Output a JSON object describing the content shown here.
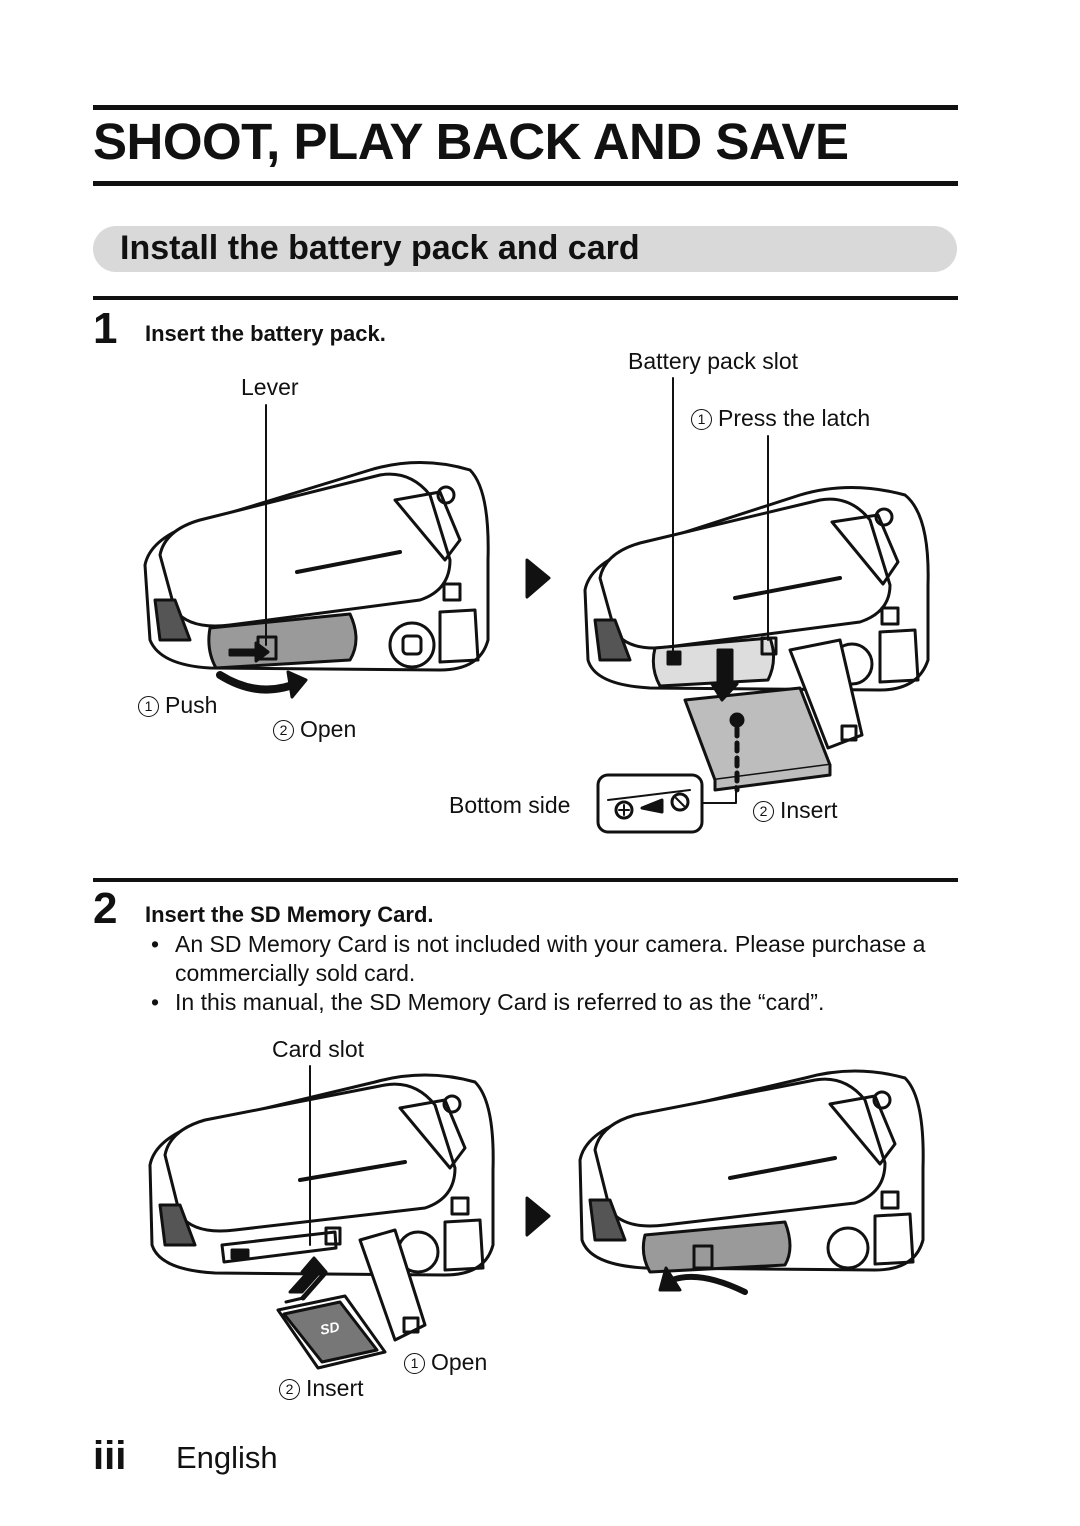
{
  "page": {
    "title": "SHOOT, PLAY BACK AND SAVE",
    "section_title": "Install the battery pack and card"
  },
  "step1": {
    "number": "1",
    "title": "Insert the battery pack.",
    "labels": {
      "lever": "Lever",
      "battery_slot": "Battery pack slot",
      "press_latch": "Press the latch",
      "push": "Push",
      "open": "Open",
      "bottom_side": "Bottom side",
      "insert": "Insert"
    }
  },
  "step2": {
    "number": "2",
    "title": "Insert the SD Memory Card.",
    "bullets": [
      "An SD Memory Card is not included with your camera. Please purchase a commercially sold card.",
      "In this manual, the SD Memory Card is referred to as the “card”."
    ],
    "labels": {
      "card_slot": "Card slot",
      "open": "Open",
      "insert": "Insert",
      "card_logo": "SD"
    }
  },
  "markers": {
    "one": "1",
    "two": "2",
    "bullet": "•"
  },
  "footer": {
    "page_number": "iii",
    "language": "English"
  }
}
